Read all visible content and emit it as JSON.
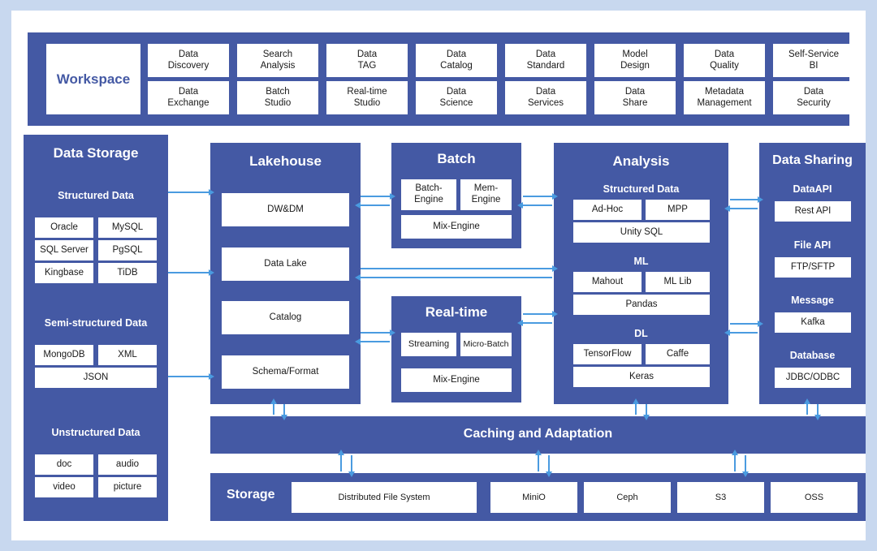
{
  "workspace": {
    "logo_label": "Workspace",
    "row1": [
      "Data\nDiscovery",
      "Search\nAnalysis",
      "Data\nTAG",
      "Data\nCatalog",
      "Data\nStandard",
      "Model\nDesign",
      "Data\nQuality",
      "Self-Service\nBI"
    ],
    "row2": [
      "Data\nExchange",
      "Batch\nStudio",
      "Real-time\nStudio",
      "Data\nScience",
      "Data\nServices",
      "Data\nShare",
      "Metadata\nManagement",
      "Data\nSecurity"
    ]
  },
  "data_storage": {
    "title": "Data Storage",
    "groups": [
      {
        "title": "Structured Data",
        "items": [
          "Oracle",
          "MySQL",
          "SQL Server",
          "PgSQL",
          "Kingbase",
          "TiDB"
        ]
      },
      {
        "title": "Semi-structured Data",
        "items": [
          "MongoDB",
          "XML",
          "JSON"
        ]
      },
      {
        "title": "Unstructured Data",
        "items": [
          "doc",
          "audio",
          "video",
          "picture"
        ]
      }
    ]
  },
  "lakehouse": {
    "title": "Lakehouse",
    "items": [
      "DW&DM",
      "Data Lake",
      "Catalog",
      "Schema/Format"
    ]
  },
  "batch": {
    "title": "Batch",
    "items": [
      "Batch-\nEngine",
      "Mem-\nEngine",
      "Mix-Engine"
    ]
  },
  "realtime": {
    "title": "Real-time",
    "items": [
      "Streaming",
      "Micro-Batch",
      "Mix-Engine"
    ]
  },
  "analysis": {
    "title": "Analysis",
    "groups": [
      {
        "title": "Structured Data",
        "items": [
          "Ad-Hoc",
          "MPP",
          "Unity SQL"
        ]
      },
      {
        "title": "ML",
        "items": [
          "Mahout",
          "ML Lib",
          "Pandas"
        ]
      },
      {
        "title": "DL",
        "items": [
          "TensorFlow",
          "Caffe",
          "Keras"
        ]
      }
    ]
  },
  "data_sharing": {
    "title": "Data Sharing",
    "groups": [
      {
        "title": "DataAPI",
        "items": [
          "Rest API"
        ]
      },
      {
        "title": "File API",
        "items": [
          "FTP/SFTP"
        ]
      },
      {
        "title": "Message",
        "items": [
          "Kafka"
        ]
      },
      {
        "title": "Database",
        "items": [
          "JDBC/ODBC"
        ]
      }
    ]
  },
  "caching": {
    "title": "Caching and Adaptation"
  },
  "storage": {
    "title": "Storage",
    "items": [
      "Distributed File System",
      "MiniO",
      "Ceph",
      "S3",
      "OSS"
    ]
  },
  "colors": {
    "panel_blue": "#4459a4",
    "arrow_blue": "#4a9be0",
    "page_bg": "#c8d8ef",
    "card_bg": "#ffffff"
  }
}
